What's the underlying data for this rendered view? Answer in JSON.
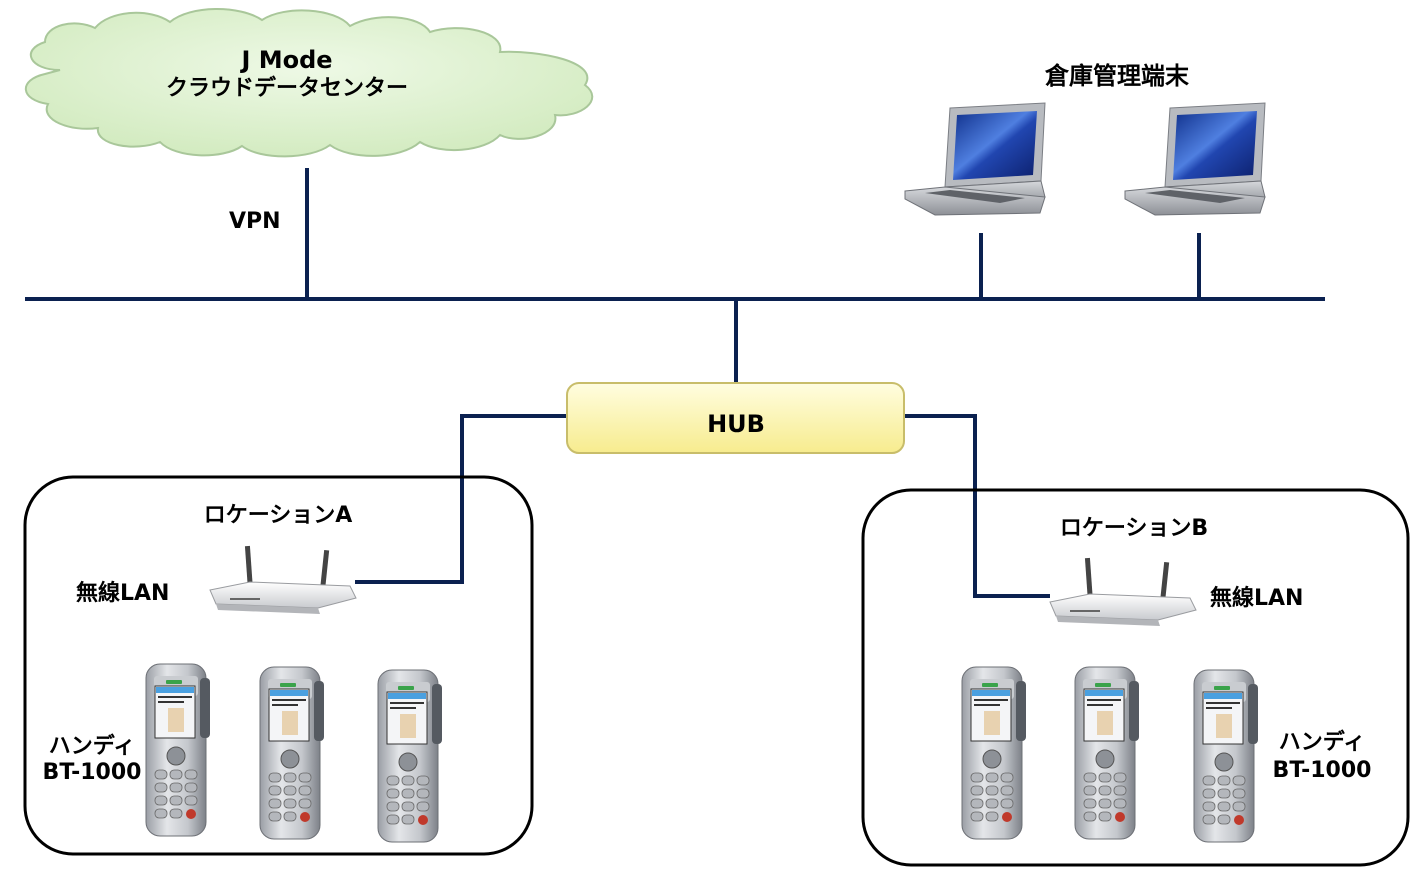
{
  "cloud": {
    "title": "J Mode",
    "subtitle": "クラウドデータセンター"
  },
  "vpn_label": "VPN",
  "terminals_label": "倉庫管理端末",
  "hub_label": "HUB",
  "location_a": {
    "title": "ロケーションA",
    "wlan_label": "無線LAN",
    "handy_label_1": "ハンディ",
    "handy_label_2": "BT-1000"
  },
  "location_b": {
    "title": "ロケーションB",
    "wlan_label": "無線LAN",
    "handy_label_1": "ハンディ",
    "handy_label_2": "BT-1000"
  },
  "colors": {
    "network_line": "#0b2150",
    "cloud_fill": "#d7efc4",
    "cloud_stroke": "#a9c79a",
    "hub_fill": "#fdf6b0",
    "hub_stroke": "#c8bd6a",
    "location_stroke": "#000000"
  },
  "icons": [
    "cloud-icon",
    "laptop-icon",
    "router-icon",
    "handheld-terminal-icon"
  ]
}
